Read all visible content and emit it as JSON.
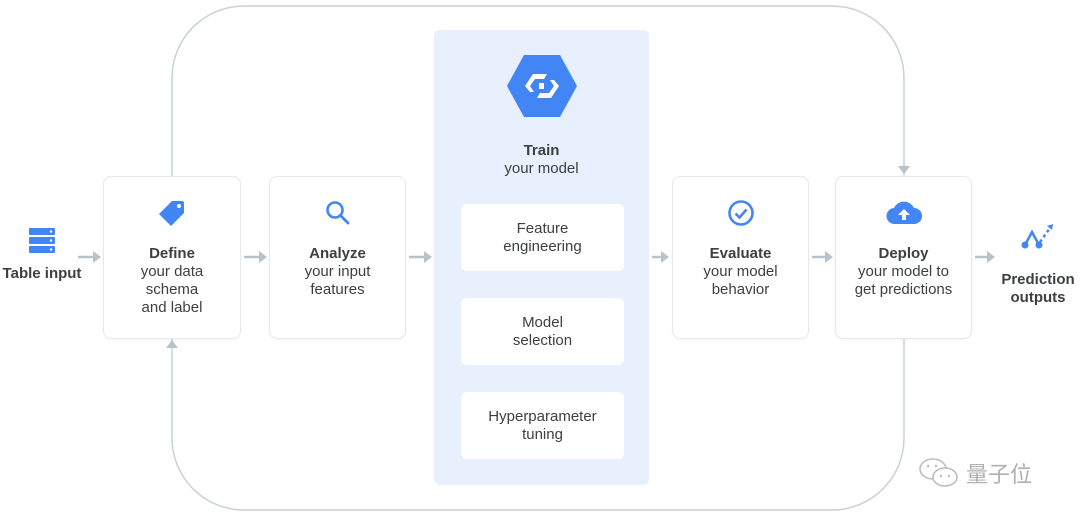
{
  "input": {
    "label": "Table input"
  },
  "steps": [
    {
      "title": "Define",
      "desc": "your data schema and label",
      "icon": "tag-icon"
    },
    {
      "title": "Analyze",
      "desc": "your input features",
      "icon": "search-icon"
    },
    {
      "title": "Train",
      "desc": "your model",
      "icon": "automl-hexagon-icon"
    },
    {
      "title": "Evaluate",
      "desc": "your model behavior",
      "icon": "check-circle-icon"
    },
    {
      "title": "Deploy",
      "desc": "your model to get predictions",
      "icon": "cloud-upload-icon"
    }
  ],
  "train_substeps": [
    "Feature engineering",
    "Model selection",
    "Hyperparameter tuning"
  ],
  "output": {
    "label": "Prediction outputs"
  },
  "watermark": "量子位",
  "colors": {
    "accent": "#4285f4",
    "panel": "#e8f0fe",
    "arrow": "#b8c2c8"
  }
}
